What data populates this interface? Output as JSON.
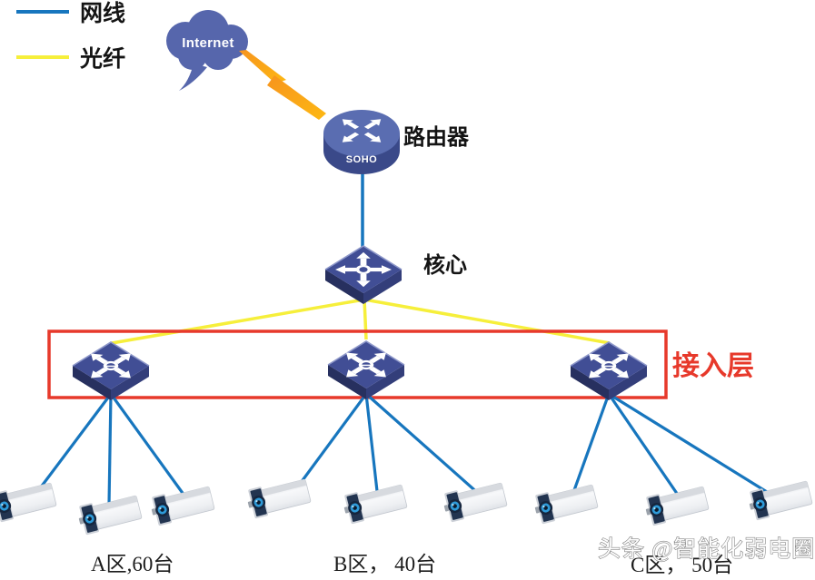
{
  "legend": {
    "items": [
      {
        "id": "lan",
        "label": "网线",
        "color": "#1776BE"
      },
      {
        "id": "fiber",
        "label": "光纤",
        "color": "#F6EF3B"
      }
    ]
  },
  "nodes": {
    "internet": {
      "label": "Internet"
    },
    "router": {
      "label": "路由器",
      "model": "SOHO"
    },
    "core_switch": {
      "label": "核心"
    },
    "access_layer": {
      "label": "接入层"
    }
  },
  "zones": [
    {
      "id": "A",
      "label": "A区,60台",
      "camera_count": 60,
      "cameras_shown": 3
    },
    {
      "id": "B",
      "label": "B区， 40台",
      "camera_count": 40,
      "cameras_shown": 3
    },
    {
      "id": "C",
      "label": "C区， 50台",
      "camera_count": 50,
      "cameras_shown": 3
    }
  ],
  "watermark": {
    "label": "头条 @智能化弱电圈"
  },
  "colors": {
    "lan_line": "#1776BE",
    "fiber_line": "#F6EF3B",
    "highlight": "#E7392B",
    "cloud": "#5666AC",
    "device_face": "#414E95",
    "bolt_dark": "#F7941E",
    "bolt_light": "#FDB813"
  }
}
